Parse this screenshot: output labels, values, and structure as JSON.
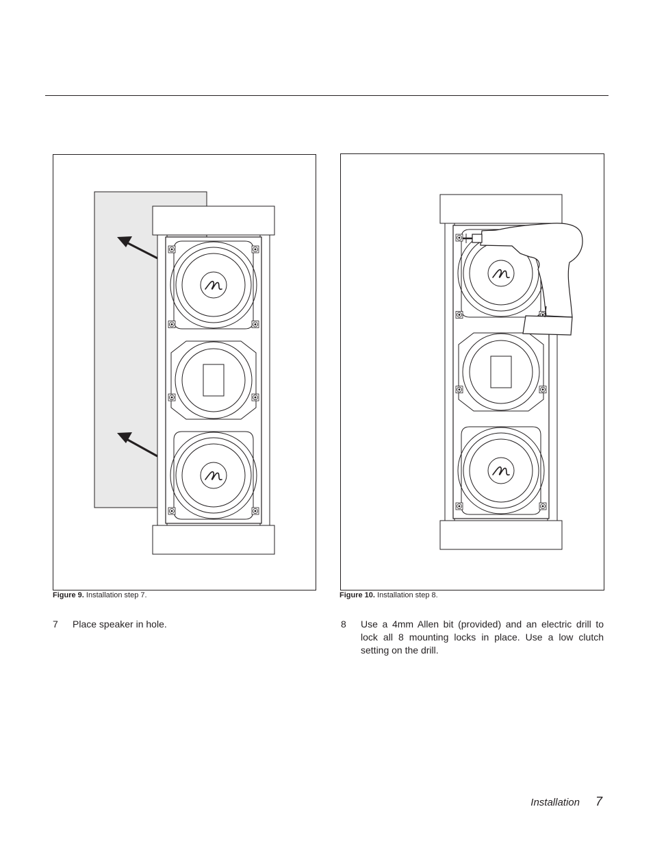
{
  "figures": [
    {
      "label": "Figure 9.",
      "caption": "Installation step 7."
    },
    {
      "label": "Figure 10.",
      "caption": "Installation step 8."
    }
  ],
  "steps": [
    {
      "number": "7",
      "text": "Place speaker in hole."
    },
    {
      "number": "8",
      "text": "Use a 4mm Allen bit (provided) and an electric drill to lock all 8 mounting locks in place. Use a low clutch setting on the drill."
    }
  ],
  "footer": {
    "section": "Installation",
    "page": "7"
  },
  "icons": [
    "speaker-illustration",
    "arrow-icon",
    "drill-illustration",
    "logo-mark"
  ]
}
